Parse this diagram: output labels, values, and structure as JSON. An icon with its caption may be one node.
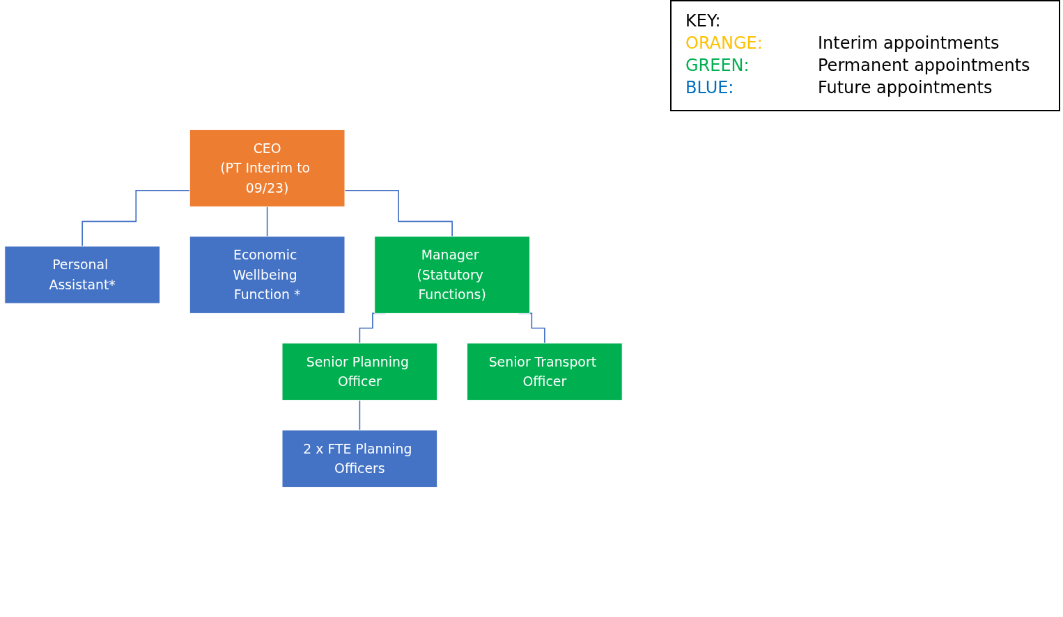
{
  "diagram": {
    "nodes": [
      {
        "text": [
          "CEO",
          "(PT Interim to 09/23)"
        ]
      },
      {
        "text": [
          "Personal Assistant*"
        ]
      },
      {
        "text": [
          "Economic Wellbeing Function *"
        ]
      },
      {
        "text": [
          "Manager (Statutory Functions)"
        ]
      },
      {
        "text": [
          "Senior Planning Officer"
        ]
      },
      {
        "text": [
          "Senior Transport Officer"
        ]
      },
      {
        "text": [
          "2 x FTE Planning Officers"
        ]
      }
    ],
    "edges": [
      {
        "from": 0,
        "to": 1,
        "arrow": "none"
      },
      {
        "from": 0,
        "to": 2,
        "arrow": "none"
      },
      {
        "from": 0,
        "to": 3,
        "arrow": "none"
      },
      {
        "from": 3,
        "to": 4,
        "arrow": "none"
      },
      {
        "from": 3,
        "to": 5,
        "arrow": "none"
      },
      {
        "from": 4,
        "to": 6,
        "arrow": "none"
      }
    ],
    "labels": [
      "KEY:",
      "ORANGE:",
      "GREEN:",
      "BLUE:"
    ],
    "legend": [
      {
        "text": "Interim appointments",
        "color": "#ffc000"
      },
      {
        "text": "Permanent appointments",
        "color": "#00b050"
      },
      {
        "text": "Future appointments",
        "color": "#0070c0"
      }
    ]
  }
}
